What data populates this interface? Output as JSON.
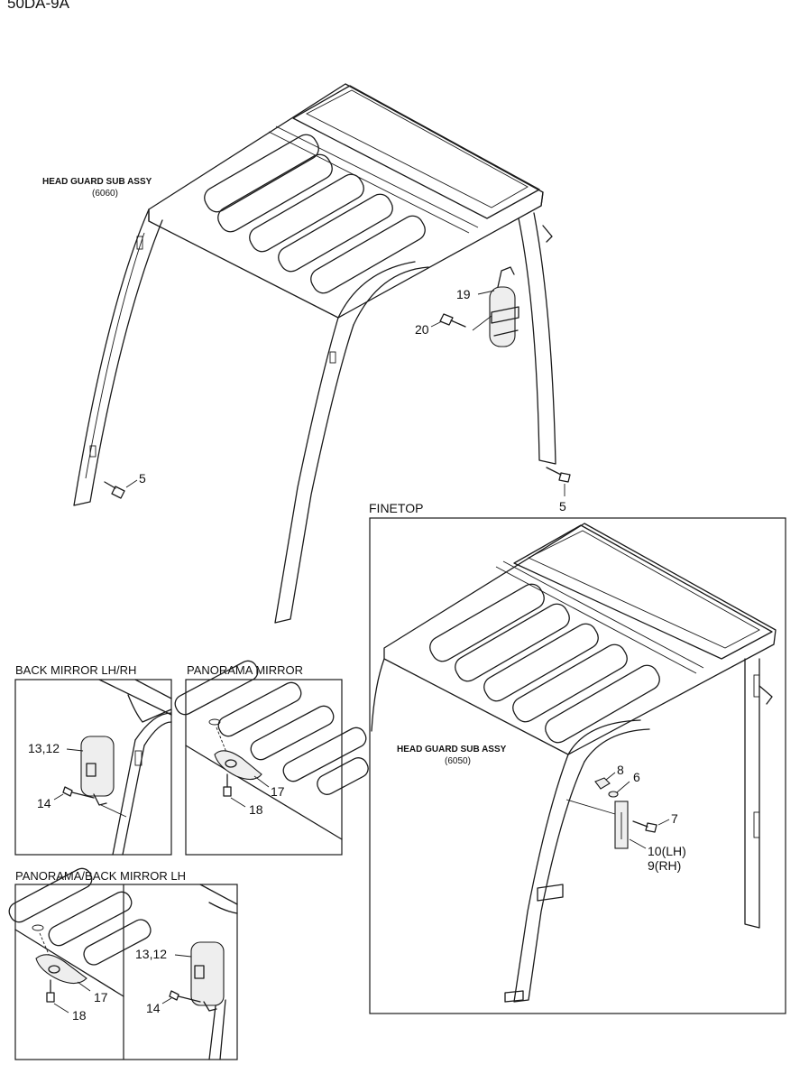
{
  "model_code": "50DA-9A",
  "main": {
    "assembly_label": "HEAD GUARD SUB ASSY",
    "assembly_code": "(6060)",
    "callouts": {
      "extinguisher": "19",
      "bolt": "20",
      "mount_left": "5",
      "mount_right": "5"
    }
  },
  "finetop": {
    "title": "FINETOP",
    "assembly_label": "HEAD GUARD SUB ASSY",
    "assembly_code": "(6050)",
    "callouts": {
      "c8": "8",
      "c6": "6",
      "c7": "7",
      "c10": "10(LH)",
      "c9": "9(RH)"
    }
  },
  "back_mirror": {
    "title": "BACK MIRROR LH/RH",
    "callouts": {
      "mirror": "13,12",
      "bolt": "14"
    }
  },
  "panorama": {
    "title": "PANORAMA MIRROR",
    "callouts": {
      "mirror": "17",
      "bolt": "18"
    }
  },
  "combo": {
    "title": "PANORAMA/BACK MIRROR LH",
    "callouts": {
      "pan_mirror": "17",
      "pan_bolt": "18",
      "back_mirror": "13,12",
      "back_bolt": "14"
    }
  }
}
